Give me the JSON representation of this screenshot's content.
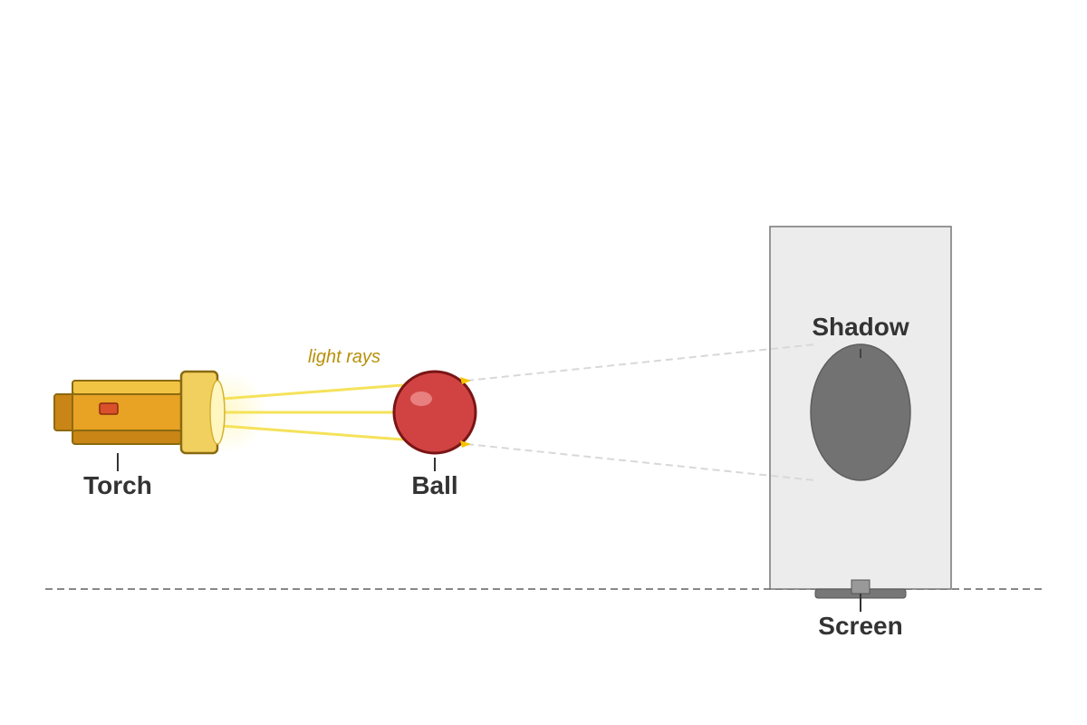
{
  "labels": {
    "torch": "Torch",
    "ball": "Ball",
    "shadow": "Shadow",
    "screen": "Screen",
    "light_rays": "light rays"
  },
  "colors": {
    "torch_body": "#E8A224",
    "torch_dark": "#C98515",
    "torch_light": "#F2C443",
    "torch_head": "#F2D060",
    "torch_outline": "#8A6A10",
    "switch": "#D9502A",
    "ray": "#F5E25A",
    "ball": "#D14343",
    "ball_outline": "#7A1515",
    "screen_fill": "#ECECEC",
    "screen_outline": "#777777",
    "shadow": "#727272",
    "ground": "#888888",
    "text": "#333333",
    "ray_label": "#B8900A"
  }
}
